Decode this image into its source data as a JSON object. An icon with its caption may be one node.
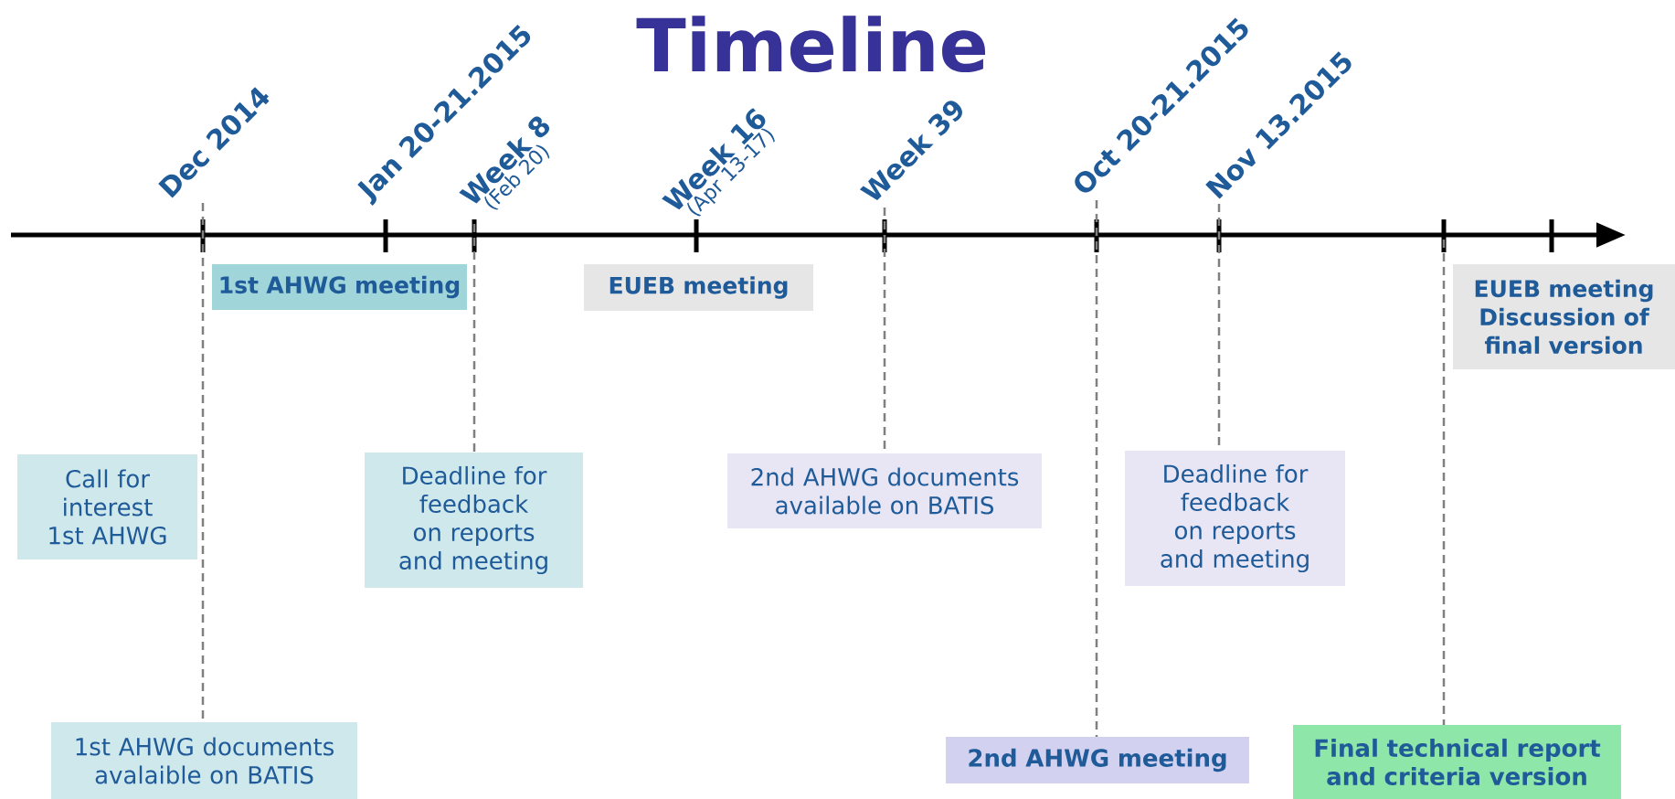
{
  "diagram": {
    "title": "Timeline",
    "nodes": [
      {
        "text": [
          "Dec 2014"
        ]
      },
      {
        "text": [
          "Jan 20-21.2015"
        ]
      },
      {
        "text": [
          "Week 8",
          "(Feb 20)"
        ]
      },
      {
        "text": [
          "Week 16",
          "(Apr 13-17)"
        ]
      },
      {
        "text": [
          "Week 39"
        ]
      },
      {
        "text": [
          "Oct 20-21.2015"
        ]
      },
      {
        "text": [
          "Nov 13.2015"
        ]
      },
      {
        "text": [
          "1st AHWG meeting"
        ]
      },
      {
        "text": [
          "EUEB meeting"
        ]
      },
      {
        "text": [
          "EUEB meeting Discussion of final version"
        ]
      },
      {
        "text": [
          "Call for interest 1st AHWG"
        ]
      },
      {
        "text": [
          "Deadline for feedback on reports and meeting"
        ]
      },
      {
        "text": [
          "2nd AHWG documents available on BATIS"
        ]
      },
      {
        "text": [
          "Deadline for feedback on reports and meeting"
        ]
      },
      {
        "text": [
          "1st AHWG documents avalaible on BATIS"
        ]
      },
      {
        "text": [
          "2nd AHWG meeting"
        ]
      },
      {
        "text": [
          "Final technical report and criteria version"
        ]
      }
    ],
    "edges": [
      {
        "from": 0,
        "to": 14,
        "arrow": "none",
        "style": "dashed"
      },
      {
        "from": 2,
        "to": 11,
        "arrow": "none",
        "style": "dashed"
      },
      {
        "from": 4,
        "to": 12,
        "arrow": "none",
        "style": "dashed"
      },
      {
        "from": 5,
        "to": 15,
        "arrow": "none",
        "style": "dashed"
      },
      {
        "from": 6,
        "to": 13,
        "arrow": "none",
        "style": "dashed"
      },
      {
        "from": null,
        "to": 16,
        "arrow": "none",
        "style": "dashed"
      }
    ]
  }
}
